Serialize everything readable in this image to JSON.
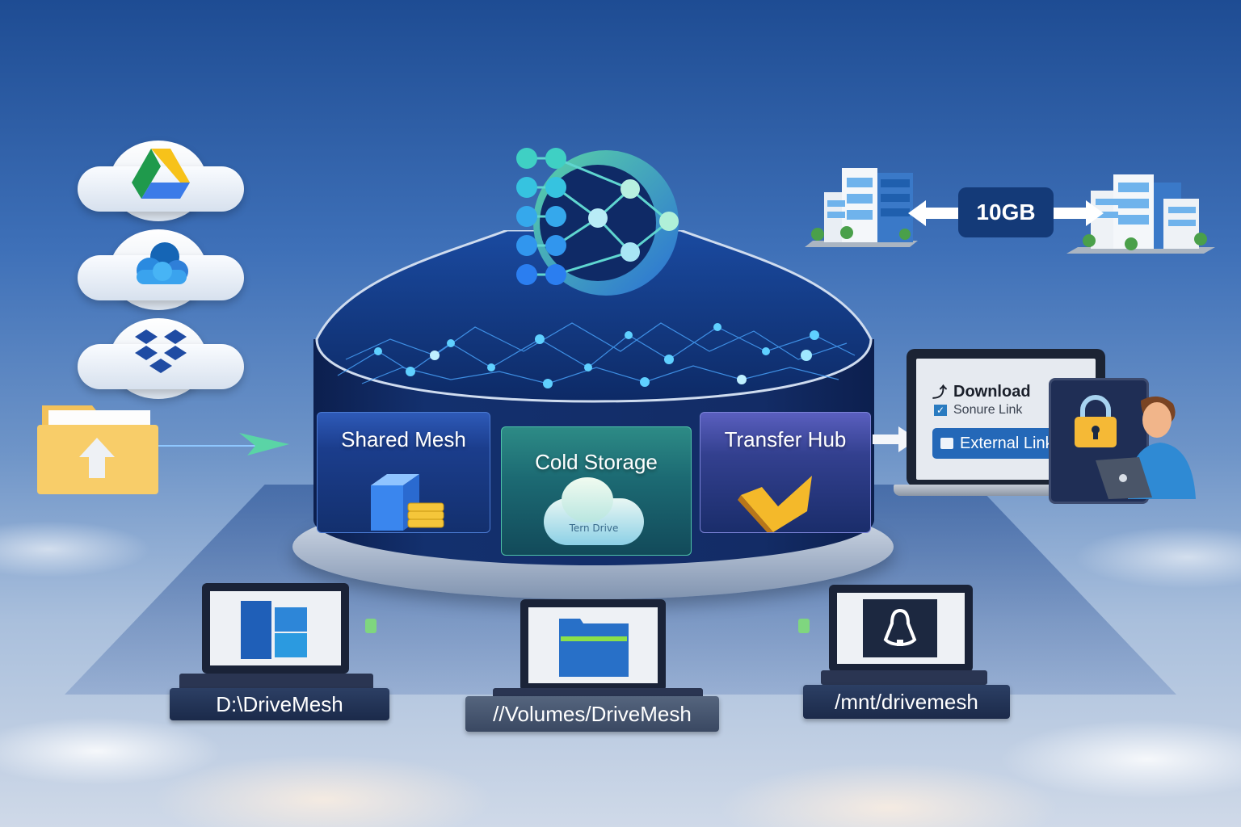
{
  "diagram": {
    "title": "",
    "theme": {
      "background_top": "#1e4c93",
      "background_bottom": "#cfd9e8",
      "accent_green": "#4fd1a0",
      "accent_blue": "#2468b8"
    }
  },
  "providers": [
    {
      "id": "google-drive",
      "icon": "google-drive-icon"
    },
    {
      "id": "onedrive",
      "icon": "onedrive-icon"
    },
    {
      "id": "dropbox",
      "icon": "dropbox-icon"
    }
  ],
  "upload": {
    "icon": "folder-upload-icon"
  },
  "hub": {
    "logo_icon": "network-mesh-logo-icon",
    "panels": [
      {
        "label": "Shared Mesh",
        "icon": "cube-storage-icon",
        "color": "#1b3d8c"
      },
      {
        "label": "Cold Storage",
        "sublabel": "Tern Drive",
        "icon": "cloud-icon",
        "color": "#1c6a73"
      },
      {
        "label": "Transfer Hub",
        "icon": "folder-arrow-icon",
        "color": "#33408f"
      }
    ]
  },
  "sync": {
    "badge": "10GB",
    "left_icon": "office-building-icon",
    "right_icon": "office-building-icon"
  },
  "sharing": {
    "download_label": "Download",
    "secure_link_label": "Sonure Link",
    "external_link_label": "External Link",
    "lock_icon": "padlock-icon",
    "user_icon": "person-laptop-icon"
  },
  "clients": [
    {
      "os": "windows",
      "icon": "windows-icon",
      "mount": "D:\\DriveMesh"
    },
    {
      "os": "macos",
      "icon": "finder-folder-icon",
      "mount": "//Volumes/DriveMesh"
    },
    {
      "os": "linux",
      "icon": "linux-tux-icon",
      "mount": "/mnt/drivemesh"
    }
  ]
}
